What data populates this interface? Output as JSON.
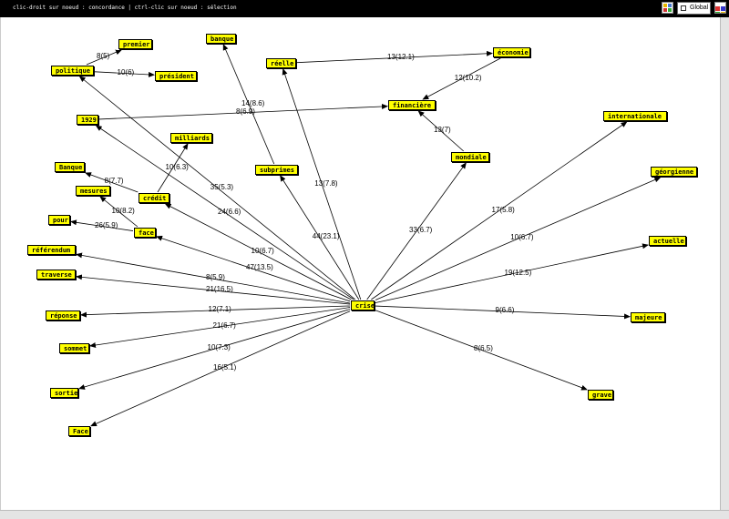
{
  "toolbar": {
    "hint": "clic-droit sur noeud : concordance | ctrl-clic sur noeud : sélection",
    "global_label": "Global"
  },
  "graph": {
    "nodes": [
      {
        "id": "crise",
        "label": "crise"
      },
      {
        "id": "premier",
        "label": "premier"
      },
      {
        "id": "politique",
        "label": "politique"
      },
      {
        "id": "president",
        "label": "président"
      },
      {
        "id": "banque",
        "label": "banque"
      },
      {
        "id": "reelle",
        "label": "réelle"
      },
      {
        "id": "economie",
        "label": "économie"
      },
      {
        "id": "financiere",
        "label": "financière"
      },
      {
        "id": "y1929",
        "label": "1929"
      },
      {
        "id": "milliards",
        "label": "milliards"
      },
      {
        "id": "internationale",
        "label": "internationale"
      },
      {
        "id": "subprimes",
        "label": "subprimes"
      },
      {
        "id": "mondiale",
        "label": "mondiale"
      },
      {
        "id": "Banque",
        "label": "Banque"
      },
      {
        "id": "georgienne",
        "label": "géorgienne"
      },
      {
        "id": "mesures",
        "label": "mesures"
      },
      {
        "id": "credit",
        "label": "crédit"
      },
      {
        "id": "pour",
        "label": "pour"
      },
      {
        "id": "face",
        "label": "face"
      },
      {
        "id": "actuelle",
        "label": "actuelle"
      },
      {
        "id": "referendum",
        "label": "référendum"
      },
      {
        "id": "traverse",
        "label": "traverse"
      },
      {
        "id": "reponse",
        "label": "réponse"
      },
      {
        "id": "majeure",
        "label": "majeure"
      },
      {
        "id": "sommet",
        "label": "sommet"
      },
      {
        "id": "sortie",
        "label": "sortie"
      },
      {
        "id": "grave",
        "label": "grave"
      },
      {
        "id": "Face",
        "label": "Face"
      }
    ],
    "edges": [
      {
        "from": "politique",
        "to": "premier",
        "label": "8(5)"
      },
      {
        "from": "politique",
        "to": "president",
        "label": "10(6)"
      },
      {
        "from": "reelle",
        "to": "economie",
        "label": "13(12.1)"
      },
      {
        "from": "economie",
        "to": "financiere",
        "label": "12(10.2)"
      },
      {
        "from": "y1929",
        "to": "financiere",
        "label": "8(6.9)"
      },
      {
        "from": "mondiale",
        "to": "financiere",
        "label": "13(7)"
      },
      {
        "from": "subprimes",
        "to": "banque",
        "label": "14(8.6)"
      },
      {
        "from": "credit",
        "to": "milliards",
        "label": "10(6.3)"
      },
      {
        "from": "credit",
        "to": "Banque",
        "label": "8(7.7)"
      },
      {
        "from": "face",
        "to": "mesures",
        "label": "10(8.2)"
      },
      {
        "from": "face",
        "to": "pour",
        "label": "26(5.9)"
      },
      {
        "from": "crise",
        "to": "politique",
        "label": "35(5.3)"
      },
      {
        "from": "crise",
        "to": "credit",
        "label": "10(6.7)"
      },
      {
        "from": "crise",
        "to": "reelle",
        "label": "13(7.8)"
      },
      {
        "from": "crise",
        "to": "subprimes",
        "label": "44(23.1)"
      },
      {
        "from": "crise",
        "to": "y1929",
        "label": "24(6.6)"
      },
      {
        "from": "crise",
        "to": "face",
        "label": "47(13.5)"
      },
      {
        "from": "crise",
        "to": "mondiale",
        "label": "33(6.7)"
      },
      {
        "from": "crise",
        "to": "internationale",
        "label": "17(5.8)"
      },
      {
        "from": "crise",
        "to": "georgienne",
        "label": "10(6.7)"
      },
      {
        "from": "crise",
        "to": "actuelle",
        "label": "19(12.5)"
      },
      {
        "from": "crise",
        "to": "referendum",
        "label": "8(5.9)"
      },
      {
        "from": "crise",
        "to": "traverse",
        "label": "21(16.5)"
      },
      {
        "from": "crise",
        "to": "reponse",
        "label": "12(7.1)"
      },
      {
        "from": "crise",
        "to": "majeure",
        "label": "9(6.6)"
      },
      {
        "from": "crise",
        "to": "sommet",
        "label": "21(6.7)"
      },
      {
        "from": "crise",
        "to": "sortie",
        "label": "10(7.3)"
      },
      {
        "from": "crise",
        "to": "grave",
        "label": "8(6.5)"
      },
      {
        "from": "crise",
        "to": "Face",
        "label": "16(5.1)"
      }
    ]
  }
}
